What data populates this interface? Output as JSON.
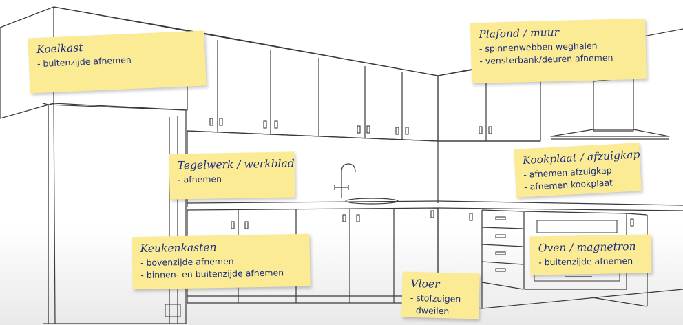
{
  "notes": [
    {
      "key": "koelkast",
      "title": "Koelkast",
      "items": [
        "- buitenzijde afnemen"
      ]
    },
    {
      "key": "plafond",
      "title": "Plafond / muur",
      "items": [
        "- spinnenwebben weghalen",
        "- vensterbank/deuren afnemen"
      ]
    },
    {
      "key": "tegelwerk",
      "title": "Tegelwerk / werkblad",
      "items": [
        "- afnemen"
      ]
    },
    {
      "key": "kookplaat",
      "title": "Kookplaat / afzuigkap",
      "items": [
        "- afnemen afzuigkap",
        "- afnemen kookplaat"
      ]
    },
    {
      "key": "keukenkasten",
      "title": "Keukenkasten",
      "items": [
        "- bovenzijde afnemen",
        "- binnen- en buitenzijde afnemen"
      ]
    },
    {
      "key": "oven",
      "title": "Oven / magnetron",
      "items": [
        "- buitenzijde afnemen"
      ]
    },
    {
      "key": "vloer",
      "title": "Vloer",
      "items": [
        "- stofzuigen",
        "- dweilen"
      ]
    }
  ]
}
